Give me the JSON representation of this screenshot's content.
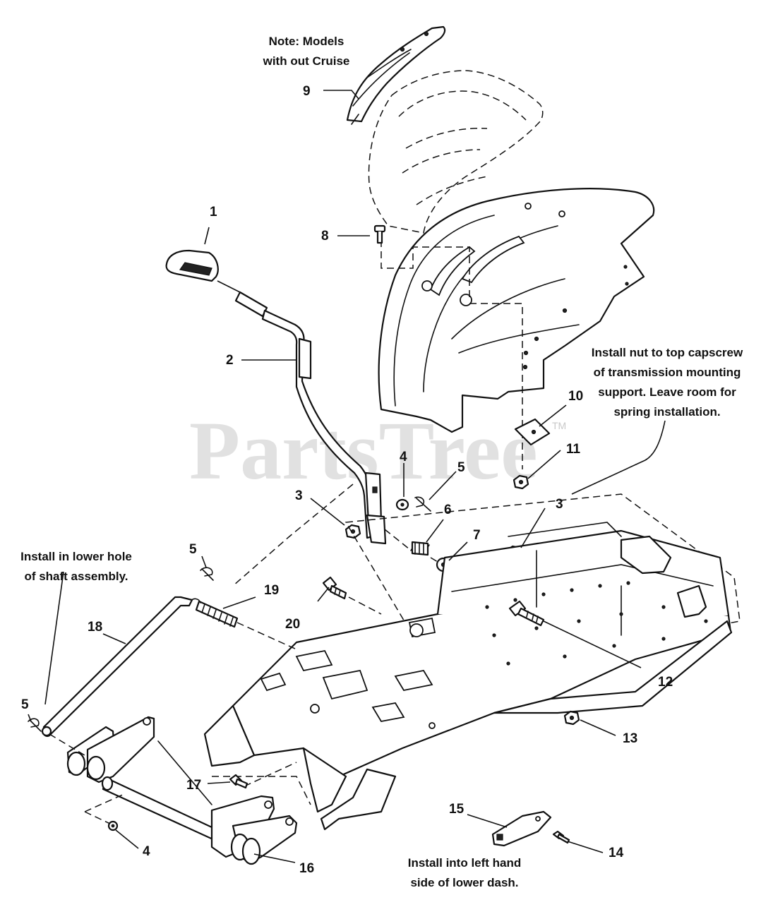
{
  "watermark": {
    "brand": "PartsTree",
    "trademark": "TM"
  },
  "notes": {
    "cruise_line1": "Note: Models",
    "cruise_line2": "with out Cruise",
    "nut_line1": "Install nut to top capscrew",
    "nut_line2": "of transmission mounting",
    "nut_line3": "support. Leave room for",
    "nut_line4": "spring installation.",
    "shaft_line1": "Install in lower hole",
    "shaft_line2": "of shaft assembly.",
    "dash_line1": "Install into left hand",
    "dash_line2": "side of lower dash."
  },
  "callouts": {
    "c1": "1",
    "c2": "2",
    "c3a": "3",
    "c3b": "3",
    "c4a": "4",
    "c4b": "4",
    "c5a": "5",
    "c5b": "5",
    "c5c": "5",
    "c6": "6",
    "c7": "7",
    "c8": "8",
    "c9": "9",
    "c10": "10",
    "c11": "11",
    "c12": "12",
    "c13": "13",
    "c14": "14",
    "c15": "15",
    "c16": "16",
    "c17": "17",
    "c18": "18",
    "c19": "19",
    "c20": "20"
  }
}
